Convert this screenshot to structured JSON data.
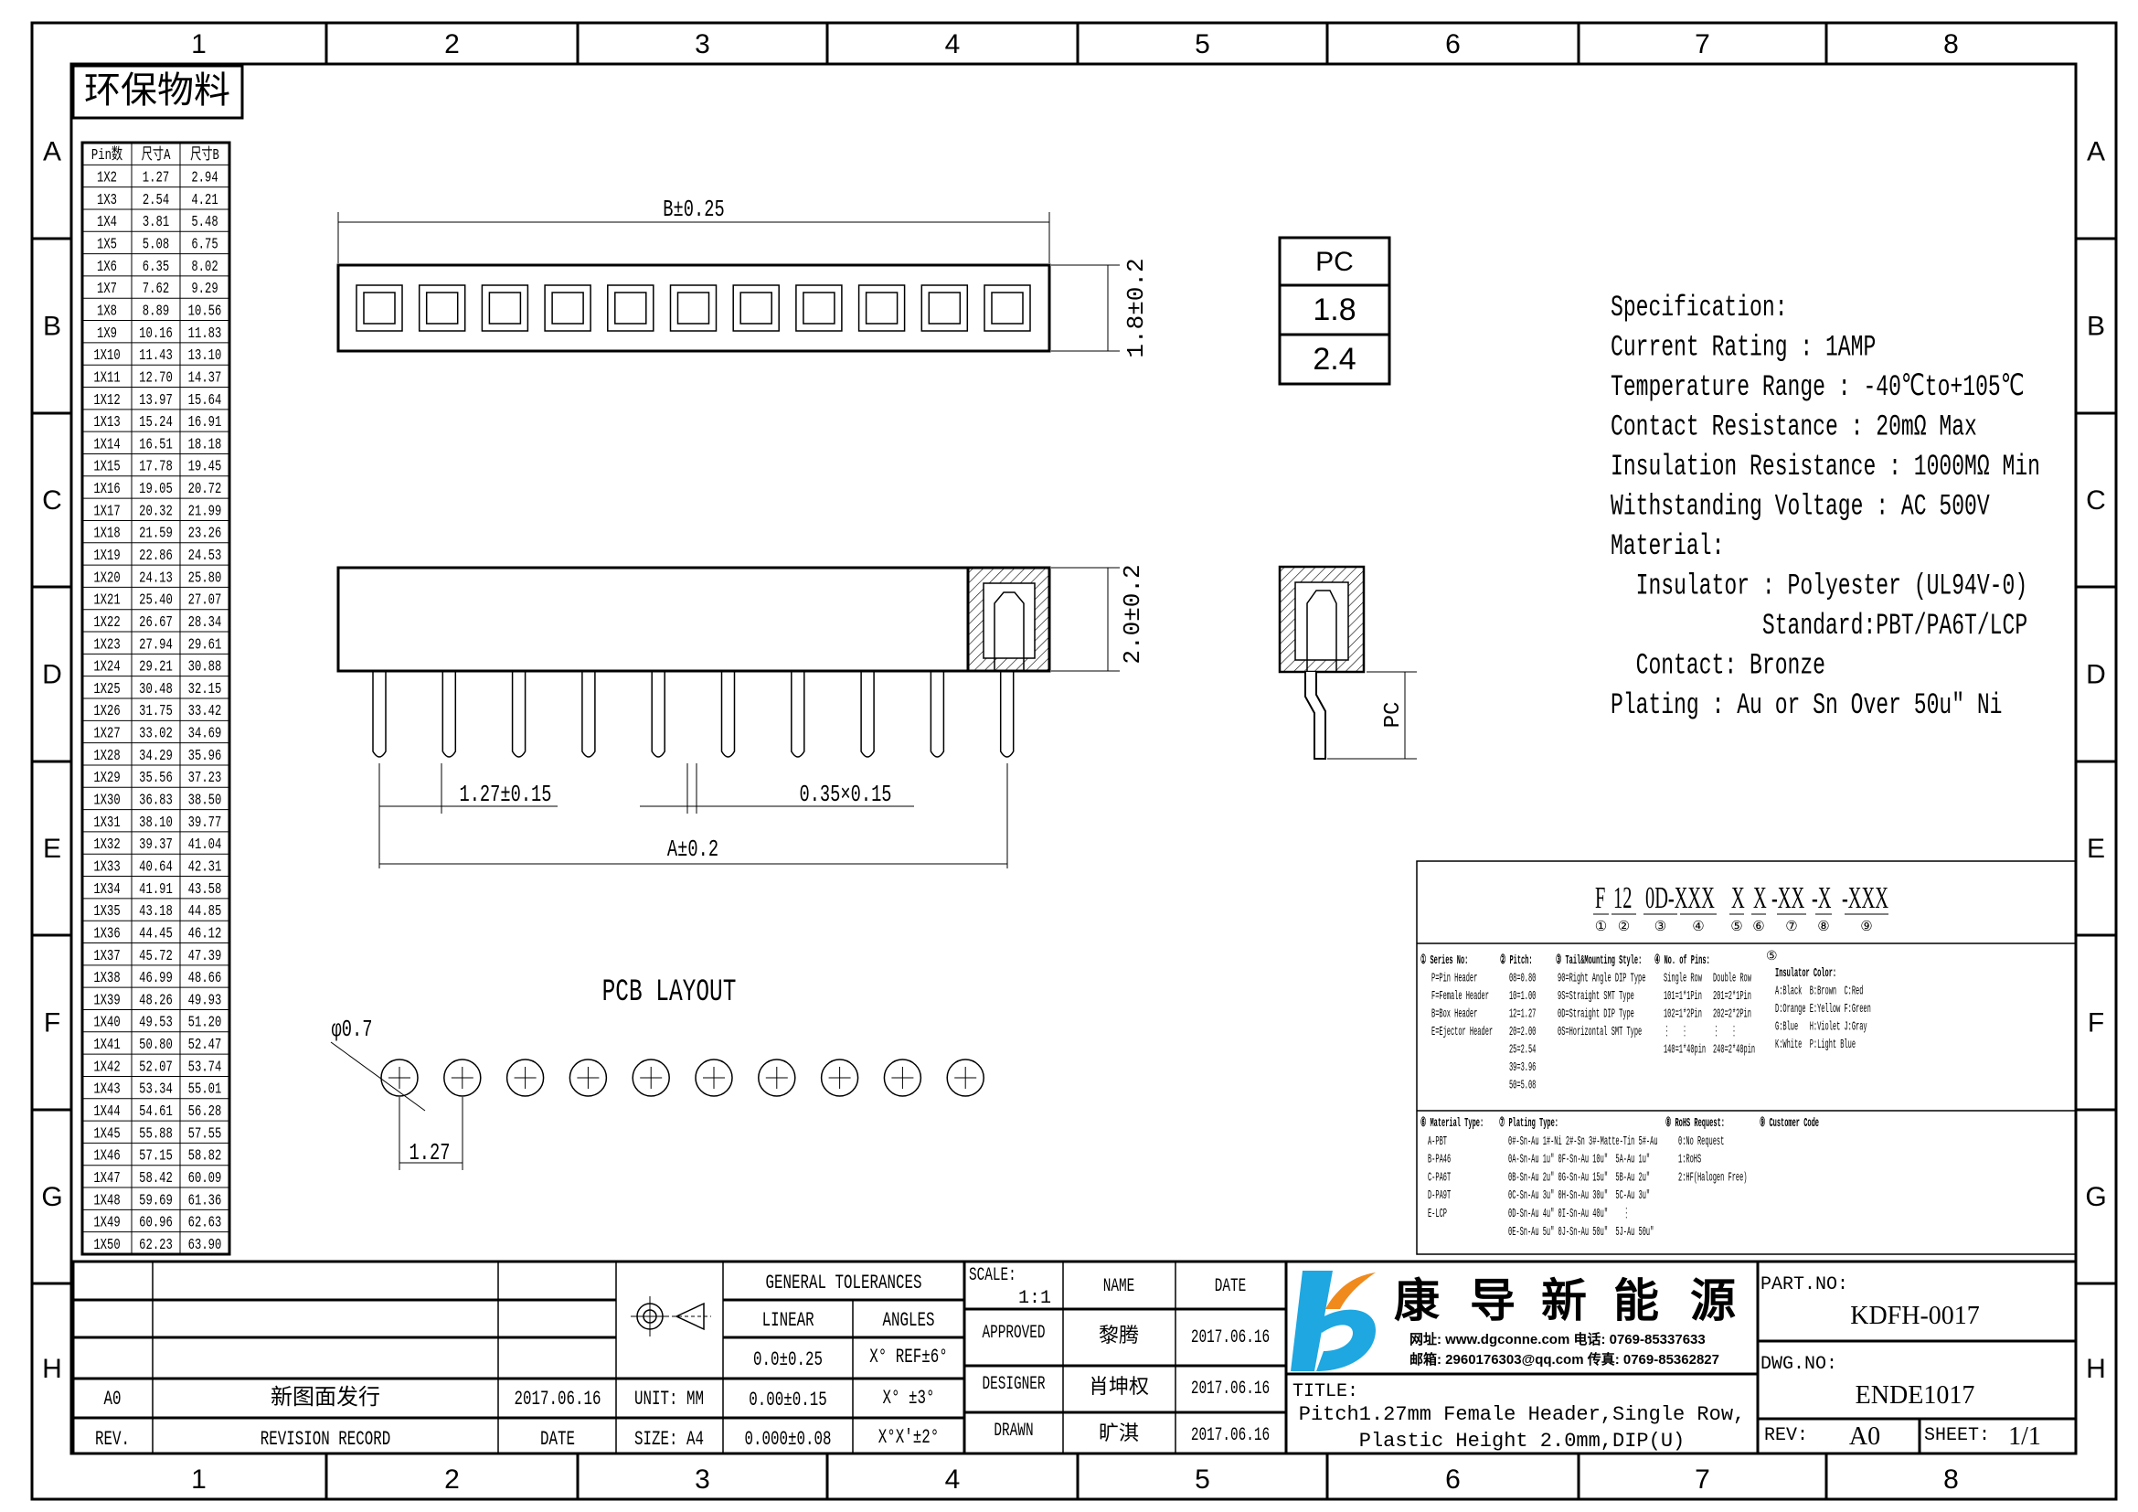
{
  "frame": {
    "columns": [
      "1",
      "2",
      "3",
      "4",
      "5",
      "6",
      "7",
      "8"
    ],
    "rows": [
      "A",
      "B",
      "C",
      "D",
      "E",
      "F",
      "G",
      "H"
    ]
  },
  "eco_label": "环保物料",
  "pin_table": {
    "headers": [
      "Pin数",
      "尺寸A",
      "尺寸B"
    ],
    "rows": [
      [
        "1X2",
        "1.27",
        "2.94"
      ],
      [
        "1X3",
        "2.54",
        "4.21"
      ],
      [
        "1X4",
        "3.81",
        "5.48"
      ],
      [
        "1X5",
        "5.08",
        "6.75"
      ],
      [
        "1X6",
        "6.35",
        "8.02"
      ],
      [
        "1X7",
        "7.62",
        "9.29"
      ],
      [
        "1X8",
        "8.89",
        "10.56"
      ],
      [
        "1X9",
        "10.16",
        "11.83"
      ],
      [
        "1X10",
        "11.43",
        "13.10"
      ],
      [
        "1X11",
        "12.70",
        "14.37"
      ],
      [
        "1X12",
        "13.97",
        "15.64"
      ],
      [
        "1X13",
        "15.24",
        "16.91"
      ],
      [
        "1X14",
        "16.51",
        "18.18"
      ],
      [
        "1X15",
        "17.78",
        "19.45"
      ],
      [
        "1X16",
        "19.05",
        "20.72"
      ],
      [
        "1X17",
        "20.32",
        "21.99"
      ],
      [
        "1X18",
        "21.59",
        "23.26"
      ],
      [
        "1X19",
        "22.86",
        "24.53"
      ],
      [
        "1X20",
        "24.13",
        "25.80"
      ],
      [
        "1X21",
        "25.40",
        "27.07"
      ],
      [
        "1X22",
        "26.67",
        "28.34"
      ],
      [
        "1X23",
        "27.94",
        "29.61"
      ],
      [
        "1X24",
        "29.21",
        "30.88"
      ],
      [
        "1X25",
        "30.48",
        "32.15"
      ],
      [
        "1X26",
        "31.75",
        "33.42"
      ],
      [
        "1X27",
        "33.02",
        "34.69"
      ],
      [
        "1X28",
        "34.29",
        "35.96"
      ],
      [
        "1X29",
        "35.56",
        "37.23"
      ],
      [
        "1X30",
        "36.83",
        "38.50"
      ],
      [
        "1X31",
        "38.10",
        "39.77"
      ],
      [
        "1X32",
        "39.37",
        "41.04"
      ],
      [
        "1X33",
        "40.64",
        "42.31"
      ],
      [
        "1X34",
        "41.91",
        "43.58"
      ],
      [
        "1X35",
        "43.18",
        "44.85"
      ],
      [
        "1X36",
        "44.45",
        "46.12"
      ],
      [
        "1X37",
        "45.72",
        "47.39"
      ],
      [
        "1X38",
        "46.99",
        "48.66"
      ],
      [
        "1X39",
        "48.26",
        "49.93"
      ],
      [
        "1X40",
        "49.53",
        "51.20"
      ],
      [
        "1X41",
        "50.80",
        "52.47"
      ],
      [
        "1X42",
        "52.07",
        "53.74"
      ],
      [
        "1X43",
        "53.34",
        "55.01"
      ],
      [
        "1X44",
        "54.61",
        "56.28"
      ],
      [
        "1X45",
        "55.88",
        "57.55"
      ],
      [
        "1X46",
        "57.15",
        "58.82"
      ],
      [
        "1X47",
        "58.42",
        "60.09"
      ],
      [
        "1X48",
        "59.69",
        "61.36"
      ],
      [
        "1X49",
        "60.96",
        "62.63"
      ],
      [
        "1X50",
        "62.23",
        "63.90"
      ]
    ]
  },
  "views": {
    "top": {
      "dim_b": "B±0.25",
      "dim_height": "1.8±0.2",
      "cavity_count": 11
    },
    "side": {
      "dim_height": "2.0±0.2",
      "dim_pitch": "1.27±0.15",
      "dim_pin": "0.35×0.15",
      "dim_a": "A±0.2",
      "pin_count": 10
    },
    "section": {
      "dim_pc": "PC"
    },
    "pc_table": [
      "PC",
      "1.8",
      "2.4"
    ],
    "pcb": {
      "title": "PCB LAYOUT",
      "hole_dia": "φ0.7",
      "pitch": "1.27",
      "hole_count": 10
    }
  },
  "specification": [
    "Specification:",
    "Current Rating : 1AMP",
    "Temperature Range : -40℃to+105℃",
    "Contact Resistance : 20mΩ Max",
    "Insulation Resistance : 1000MΩ Min",
    "Withstanding Voltage : AC 500V",
    "Material:",
    "  Insulator : Polyester (UL94V-0)",
    "            Standard:PBT/PA6T/LCP",
    "  Contact: Bronze",
    "Plating : Au or Sn Over 50u\" Ni"
  ],
  "part_code": {
    "segments": [
      "F",
      "12",
      "0D-XXX",
      "X",
      "X",
      "-XX",
      "-X",
      "-XXX"
    ],
    "markers": [
      "①",
      "②",
      "③",
      "④",
      "⑤",
      "⑥",
      "⑦",
      "⑧",
      "⑨"
    ]
  },
  "legend": {
    "series": {
      "title": "① Series No:",
      "items": [
        "P=Pin Header",
        "F=Female Header",
        "B=Box Header",
        "E=Ejector Header"
      ]
    },
    "pitch": {
      "title": "② Pitch:",
      "items": [
        "08=0.80",
        "10=1.00",
        "12=1.27",
        "20=2.00",
        "25=2.54",
        "39=3.96",
        "50=5.08"
      ]
    },
    "tail": {
      "title": "③ Tail&Mounting Style:",
      "items": [
        "90=Right Angle DIP Type",
        "9S=Straight SMT Type",
        "0D=Straight DIP Type",
        "0S=Horizontal SMT Type"
      ]
    },
    "pins": {
      "title": "④ No. of Pins:",
      "single": [
        "Single Row",
        "101=1*1Pin",
        "102=1*2Pin",
        "⋮   ⋮",
        "140=1*40pin"
      ],
      "double": [
        "Double Row",
        "201=2*1Pin",
        "202=2*2Pin",
        "⋮   ⋮",
        "240=2*40pin"
      ]
    },
    "color": {
      "marker": "⑤",
      "title": "Insulator Color:",
      "items": [
        "A:Black  B:Brown  C:Red",
        "D:Orange E:Yellow F:Green",
        "G:Blue   H:Violet J:Gray",
        "K:White  P:Light Blue"
      ]
    },
    "material": {
      "title": "⑥ Material Type:",
      "items": [
        "A-PBT",
        "B-PA46",
        "C-PA6T",
        "D-PA9T",
        "E-LCP"
      ]
    },
    "plating": {
      "title": "⑦ Plating Type:",
      "items": [
        "0#-Sn-Au 1#-Ni 2#-Sn 3#-Matte-Tin 5#-Au",
        "0A-Sn-Au 1u\" 0F-Sn-Au 10u\"  5A-Au 1u\"",
        "0B-Sn-Au 2u\" 0G-Sn-Au 15u\"  5B-Au 2u\"",
        "0C-Sn-Au 3u\" 0H-Sn-Au 30u\"  5C-Au 3u\"",
        "0D-Sn-Au 4u\" 0I-Sn-Au 40u\"    ⋮",
        "0E-Sn-Au 5u\" 0J-Sn-Au 50u\"  5J-Au 50u\""
      ]
    },
    "rohs": {
      "title": "⑧ RoHS Request:",
      "items": [
        "0:No Request",
        "1:RoHS",
        "2:HF(Halogen Free)"
      ]
    },
    "customer": {
      "title": "⑨ Customer Code"
    }
  },
  "title_block": {
    "revision": {
      "rev": "A0",
      "record": "新图面发行",
      "date": "2017.06.16",
      "h_rev": "REV.",
      "h_record": "REVISION RECORD",
      "h_date": "DATE"
    },
    "unit": "UNIT: MM",
    "size": "SIZE: A4",
    "tolerances": {
      "title": "GENERAL TOLERANCES",
      "linear": "LINEAR",
      "angles": "ANGLES",
      "rows": [
        [
          "0.0±0.25",
          "X° REF±6°"
        ],
        [
          "0.00±0.15",
          "X° ±3°"
        ],
        [
          "0.000±0.08",
          "X°X'±2°"
        ]
      ]
    },
    "scale_label": "SCALE:",
    "scale": "1:1",
    "h_name": "NAME",
    "h_date": "DATE",
    "signoffs": [
      {
        "role": "APPROVED",
        "name": "黎腾",
        "date": "2017.06.16"
      },
      {
        "role": "DESIGNER",
        "name": "肖坤权",
        "date": "2017.06.16"
      },
      {
        "role": "DRAWN",
        "name": "旷淇",
        "date": "2017.06.16"
      }
    ],
    "company": {
      "name_chars": [
        "康",
        "导",
        "新",
        "能",
        "源"
      ],
      "line1": "网址: www.dgconne.com  电话: 0769-85337633",
      "line2": "邮箱: 2960176303@qq.com 传真: 0769-85362827",
      "colors": {
        "blue": "#1ea7e1",
        "orange": "#f08a1c"
      }
    },
    "title_label": "TITLE:",
    "title_line1": "Pitch1.27mm Female Header,Single Row,",
    "title_line2": "Plastic Height 2.0mm,DIP(U)",
    "part_no_label": "PART.NO:",
    "part_no": "KDFH-0017",
    "dwg_no_label": "DWG.NO:",
    "dwg_no": "ENDE1017",
    "rev_label": "REV:",
    "rev": "A0",
    "sheet_label": "SHEET:",
    "sheet": "1/1"
  }
}
